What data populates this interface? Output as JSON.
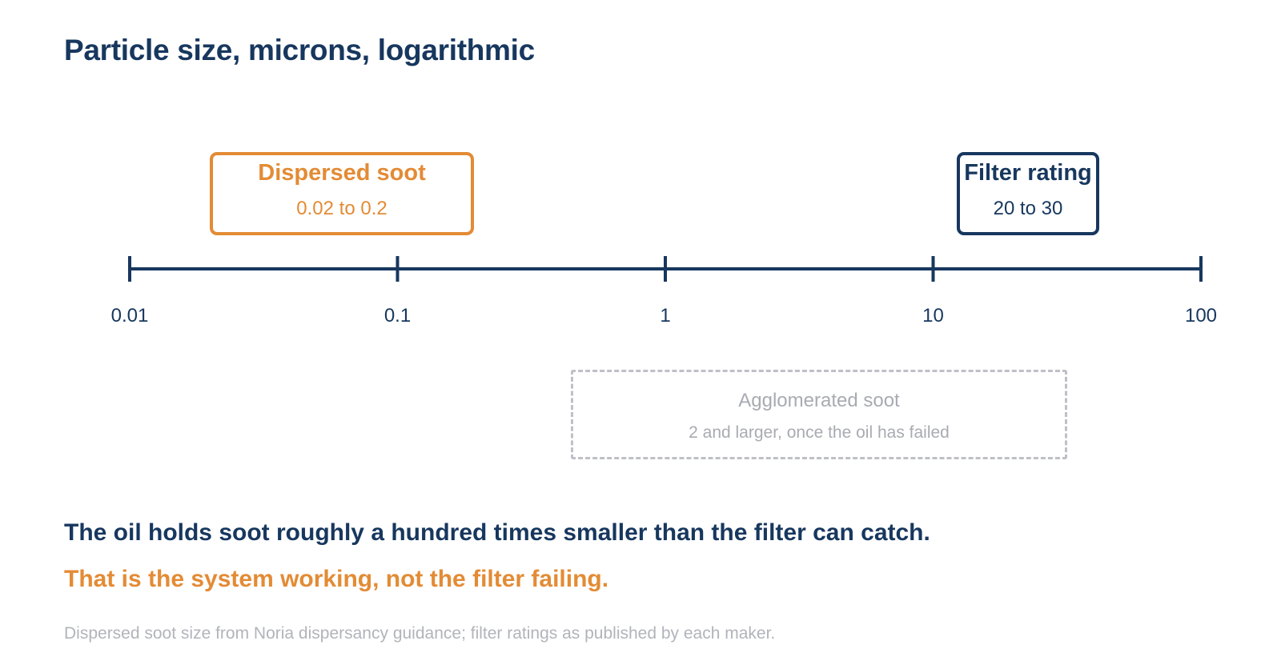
{
  "title": "Particle size, microns, logarithmic",
  "colors": {
    "navy": "#17375e",
    "orange": "#e38b35",
    "grey": "#bfc0c7",
    "light_text": "#b2b4bb"
  },
  "axis": {
    "scale": "log",
    "range": [
      0.01,
      100
    ],
    "ticks": [
      {
        "value": 0.01,
        "label": "0.01"
      },
      {
        "value": 0.1,
        "label": "0.1"
      },
      {
        "value": 1,
        "label": "1"
      },
      {
        "value": 10,
        "label": "10"
      },
      {
        "value": 100,
        "label": "100"
      }
    ]
  },
  "ranges": {
    "dispersed": {
      "label": "Dispersed soot",
      "range_text": "0.02 to 0.2",
      "min": 0.02,
      "max": 0.2
    },
    "filter": {
      "label": "Filter rating",
      "range_text": "20 to 30",
      "min": 20,
      "max": 30
    },
    "agglomerated": {
      "label": "Agglomerated soot",
      "range_text": "2 and larger, once the oil has failed",
      "min": 2
    }
  },
  "headline": "The oil holds soot roughly a hundred times smaller than the filter can catch.",
  "subline": "That is the system working, not the filter failing.",
  "source": "Dispersed soot size from Noria dispersancy guidance; filter ratings as published by each maker."
}
